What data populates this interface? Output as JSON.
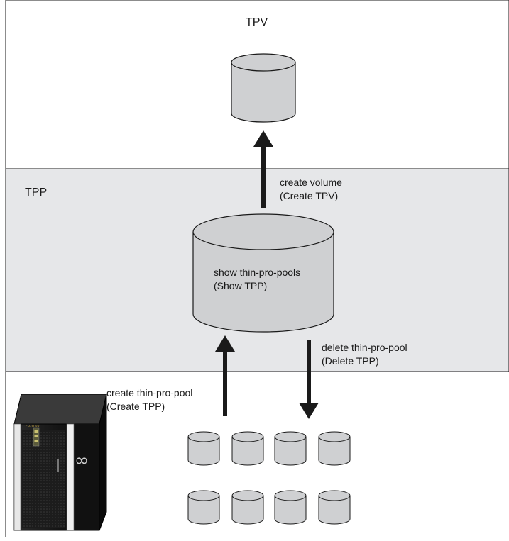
{
  "tpv_section": {
    "title": "TPV"
  },
  "tpp_section": {
    "title": "TPP"
  },
  "tpp_cylinder": {
    "line1": "show thin-pro-pools",
    "line2": "(Show TPP)"
  },
  "create_volume": {
    "line1": "create volume",
    "line2": "(Create TPV)"
  },
  "delete_pool": {
    "line1": "delete thin-pro-pool",
    "line2": "(Delete TPP)"
  },
  "create_pool": {
    "line1": "create thin-pro-pool",
    "line2": "(Create TPP)"
  },
  "storage_cabinet": {
    "brand": "FUJITSU",
    "logo": "∞"
  },
  "colors": {
    "tpp_band": "#e6e7e9",
    "cylinder_fill": "#cfd0d2",
    "stroke": "#1a1a1a"
  }
}
